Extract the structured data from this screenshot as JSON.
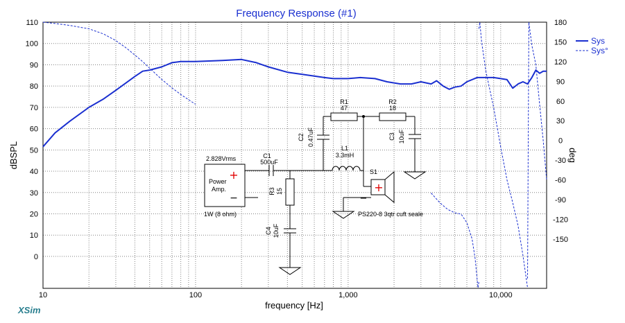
{
  "chart_data": {
    "type": "line",
    "title": "Frequency Response (#1)",
    "xlabel": "frequency [Hz]",
    "ylabel": "dBSPL",
    "y2label": "deg",
    "x_scale": "log",
    "xlim": [
      10,
      20000
    ],
    "ylim": [
      -15,
      110
    ],
    "y2lim": [
      -225,
      180
    ],
    "xticks": [
      10,
      100,
      1000,
      10000
    ],
    "xtick_labels": [
      "10",
      "100",
      "1,000",
      "10,000"
    ],
    "yticks": [
      110,
      100,
      90,
      80,
      70,
      60,
      50,
      40,
      30,
      20,
      10,
      0
    ],
    "y2ticks": [
      180,
      150,
      120,
      90,
      60,
      30,
      0,
      -30,
      -60,
      -90,
      -120,
      -150
    ],
    "grid": true,
    "legend_position": "top-right",
    "series": [
      {
        "name": "Sys",
        "axis": "left",
        "style": "solid",
        "x": [
          10,
          12,
          15,
          20,
          25,
          30,
          35,
          40,
          45,
          50,
          60,
          70,
          80,
          100,
          150,
          200,
          250,
          300,
          400,
          500,
          700,
          800,
          1000,
          1200,
          1500,
          1800,
          2200,
          2600,
          3000,
          3500,
          3800,
          4200,
          4600,
          5000,
          5500,
          6000,
          7000,
          8000,
          9000,
          10000,
          11000,
          12000,
          13000,
          14000,
          15000,
          16000,
          17000,
          18000,
          19000,
          20000
        ],
        "values": [
          51.5,
          58,
          63.5,
          70,
          74,
          78,
          81.5,
          84.5,
          87,
          87.5,
          89,
          91,
          91.5,
          91.5,
          92,
          92.5,
          91,
          89,
          86.5,
          85.5,
          84,
          83.5,
          83.5,
          84,
          83.5,
          82,
          81,
          81,
          82,
          81,
          82.5,
          80,
          78.5,
          79.5,
          80,
          82,
          84,
          84,
          84,
          83.5,
          83,
          79,
          81,
          82,
          81,
          84,
          87.5,
          86,
          87,
          87
        ]
      },
      {
        "name": "Sys°",
        "axis": "right",
        "style": "dashed",
        "segments": [
          {
            "x": [
              10,
              12,
              15,
              20,
              25,
              30,
              35,
              40,
              45,
              50,
              60,
              70,
              80,
              90,
              100
            ],
            "values": [
              180,
              178,
              175,
              170,
              162,
              152,
              141,
              130,
              120,
              110,
              93,
              80,
              70,
              62,
              55
            ]
          },
          {
            "x": [
              3500,
              4000,
              4500,
              5000,
              5500,
              6000,
              6500,
              6800,
              7000,
              7100,
              7200
            ],
            "values": [
              -80,
              -95,
              -105,
              -110,
              -112,
              -125,
              -150,
              -180,
              -210,
              -224,
              -215
            ]
          },
          {
            "x": [
              7200,
              7300,
              7500,
              8000,
              9000,
              10000,
              11000,
              12000,
              13000,
              14000,
              15000
            ],
            "values": [
              170,
              180,
              150,
              105,
              50,
              -10,
              -60,
              -95,
              -130,
              -175,
              -224
            ]
          },
          {
            "x": [
              15000,
              15300,
              16000,
              17000,
              18000,
              19000,
              20000
            ],
            "values": [
              -210,
              180,
              145,
              115,
              55,
              0,
              -60
            ]
          }
        ]
      }
    ],
    "schematic": {
      "source_voltage": "2.828Vrms",
      "source_label_1": "Power",
      "source_label_2": "Amp.",
      "source_power": "1W (8 ohm)",
      "c1_name": "C1",
      "c1_value": "500uF",
      "r3_name": "R3",
      "r3_value": "15",
      "c4_name": "C4",
      "c4_value": "10uF",
      "c2_name": "C2",
      "c2_value": "0.47uF",
      "r1_name": "R1",
      "r1_value": "47",
      "l1_name": "L1",
      "l1_value": "3.3mH",
      "r2_name": "R2",
      "r2_value": "18",
      "c3_name": "C3",
      "c3_value": "10uF",
      "s1_name": "S1",
      "speaker_label": "PS220-8 3qtr cuft seale"
    }
  },
  "brand": "XSim",
  "colors": {
    "curve": "#1a2fd0",
    "grid": "#808080",
    "brand": "#2a7f8f",
    "plus": "#e00000"
  }
}
